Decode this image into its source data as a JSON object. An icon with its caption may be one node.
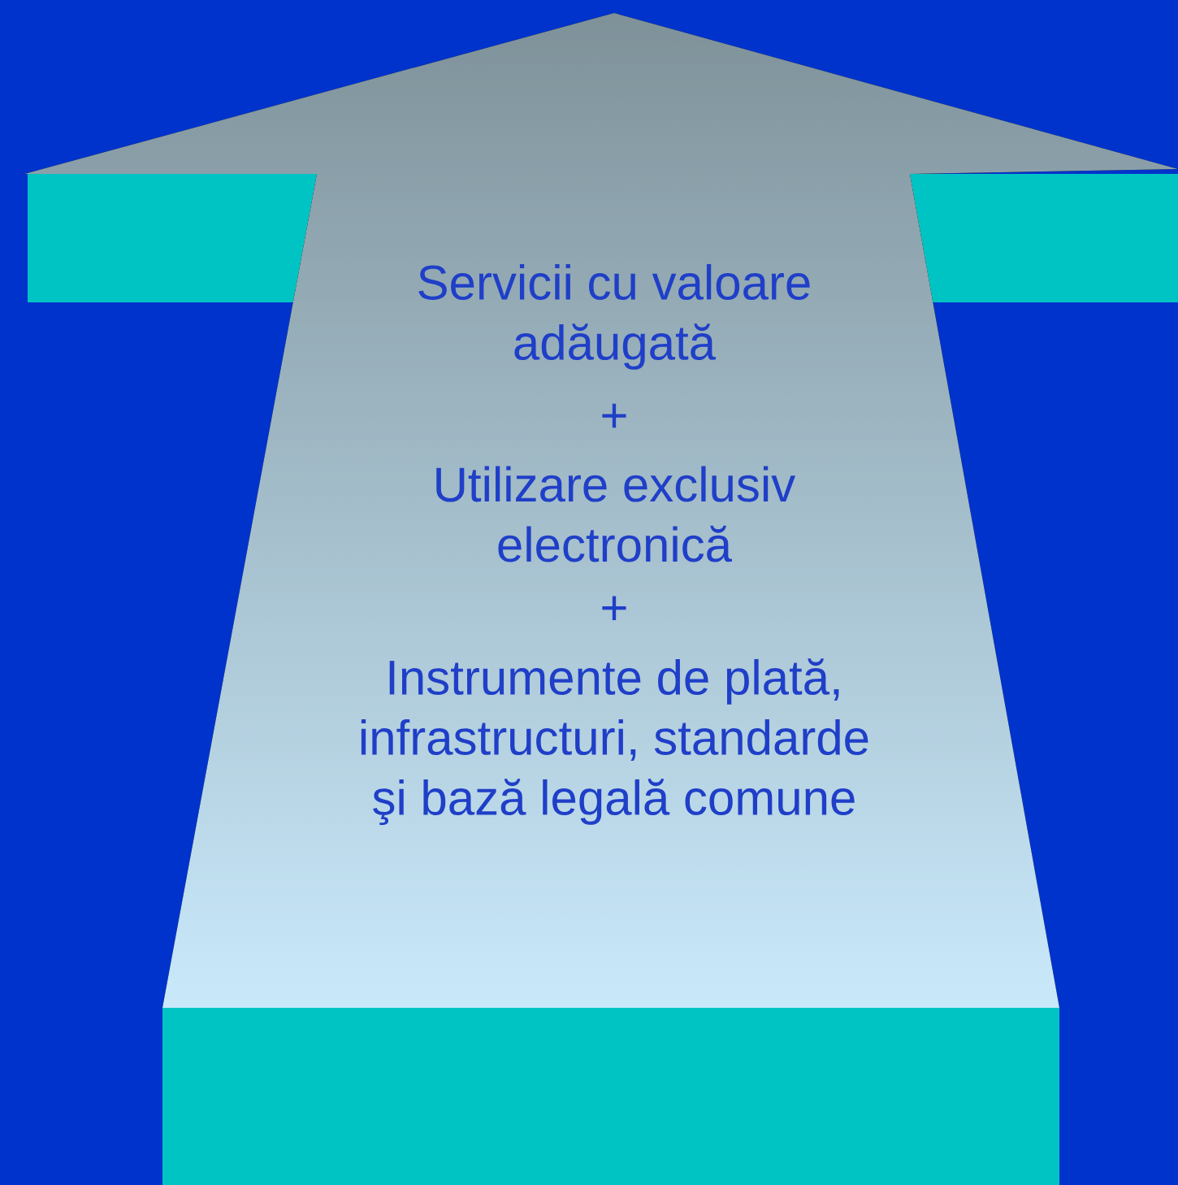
{
  "diagram": {
    "nodes": [
      {
        "text": [
          "Servicii cu valoare adăugată",
          "+",
          "Utilizare exclusiv electronică",
          "+",
          "Instrumente de plată, infrastructuri, standarde şi bază legală comune"
        ]
      }
    ]
  }
}
